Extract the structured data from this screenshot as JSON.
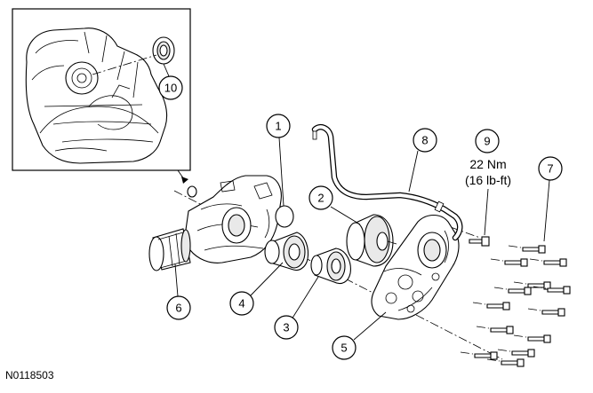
{
  "figure_id": "N0118503",
  "torque_spec": {
    "value": "22 Nm",
    "alt": "(16 lb-ft)"
  },
  "callouts": [
    {
      "id": "1",
      "label": "1"
    },
    {
      "id": "2",
      "label": "2"
    },
    {
      "id": "3",
      "label": "3"
    },
    {
      "id": "4",
      "label": "4"
    },
    {
      "id": "5",
      "label": "5"
    },
    {
      "id": "6",
      "label": "6"
    },
    {
      "id": "7",
      "label": "7"
    },
    {
      "id": "8",
      "label": "8"
    },
    {
      "id": "9",
      "label": "9"
    },
    {
      "id": "10",
      "label": "10"
    }
  ]
}
